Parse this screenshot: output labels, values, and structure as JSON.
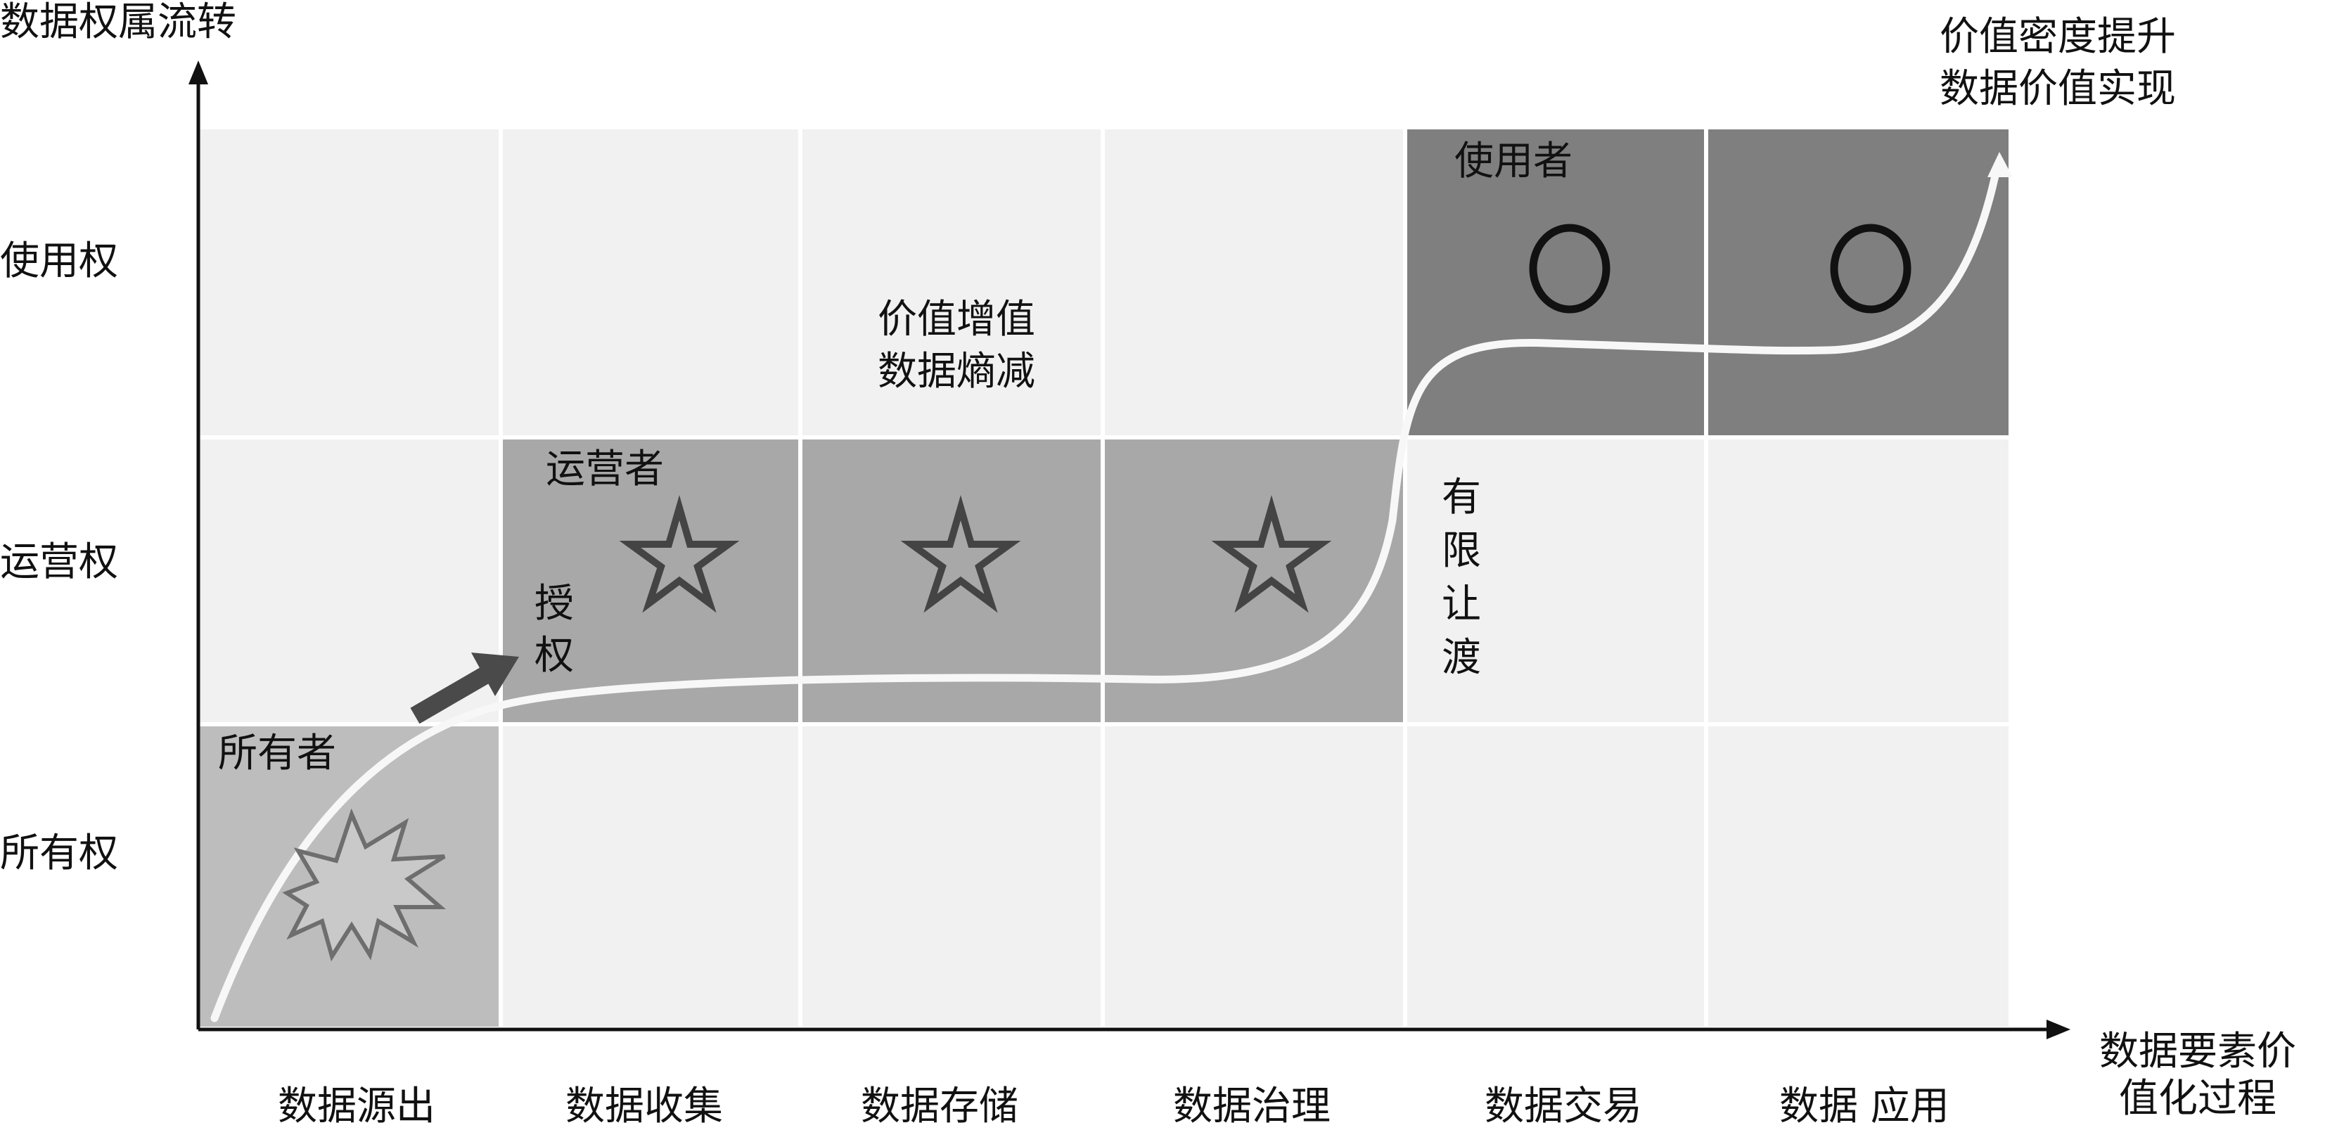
{
  "axes": {
    "y_title": "数据权属流转",
    "x_title_lines": [
      "数据要素价",
      "值化过程"
    ]
  },
  "rows": [
    {
      "key": "use",
      "label": "使用权"
    },
    {
      "key": "ops",
      "label": "运营权"
    },
    {
      "key": "own",
      "label": "所有权"
    }
  ],
  "stages": [
    "数据源出",
    "数据收集",
    "数据存储",
    "数据治理",
    "数据交易",
    "数据 应用"
  ],
  "roles": {
    "owner": "所有者",
    "operator": "运营者",
    "user": "使用者"
  },
  "annotations": {
    "authorize": [
      "授",
      "权"
    ],
    "limited_transfer": [
      "有",
      "限",
      "让",
      "渡"
    ],
    "value_add": [
      "价值增值",
      "数据熵减"
    ],
    "value_density": [
      "价值密度提升",
      "数据价值实现"
    ]
  },
  "cell_shading": {
    "use": [
      "light",
      "light",
      "light",
      "light",
      "dark",
      "dark"
    ],
    "ops": [
      "light",
      "mid",
      "mid",
      "mid",
      "light",
      "light"
    ],
    "own": [
      "own",
      "light",
      "light",
      "light",
      "light",
      "light"
    ]
  },
  "symbols": {
    "own": [
      "burst-icon",
      null,
      null,
      null,
      null,
      null
    ],
    "ops": [
      null,
      "star-icon",
      "star-icon",
      "star-icon",
      null,
      null
    ],
    "use": [
      null,
      null,
      null,
      null,
      "circle-icon",
      "circle-icon"
    ]
  },
  "colors": {
    "light": "#f1f1f1",
    "mid": "#a8a8a8",
    "dark": "#7f7f7f",
    "own": "#bdbdbd",
    "curve": "#f7f7f7",
    "arrow": "#4a4a4a",
    "axis": "#111111"
  }
}
